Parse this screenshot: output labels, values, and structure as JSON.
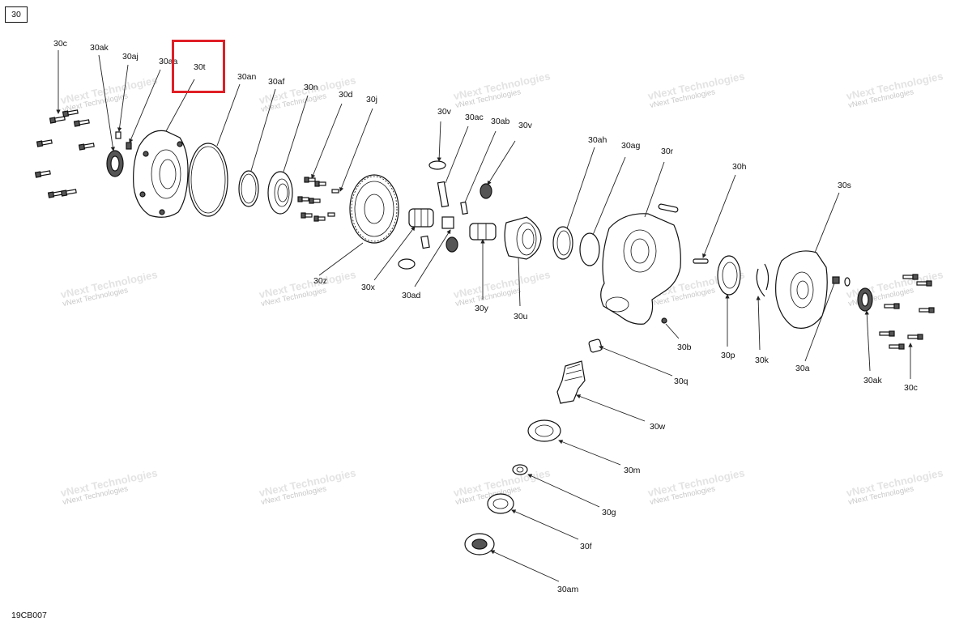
{
  "page_tag": "30",
  "diagram_code": "19CB007",
  "watermark": {
    "line1": "vNext Technologies",
    "line2": "vNext Technologies"
  },
  "highlight_color": "#e01e26",
  "highlighted_label": "30t",
  "labels": {
    "l30c_a": "30c",
    "l30ak_a": "30ak",
    "l30aj": "30aj",
    "l30aa": "30aa",
    "l30t": "30t",
    "l30an": "30an",
    "l30af": "30af",
    "l30n": "30n",
    "l30d": "30d",
    "l30j": "30j",
    "l30v_a": "30v",
    "l30ac": "30ac",
    "l30ab": "30ab",
    "l30v_b": "30v",
    "l30ah": "30ah",
    "l30ag": "30ag",
    "l30r": "30r",
    "l30h": "30h",
    "l30s": "30s",
    "l30z": "30z",
    "l30x": "30x",
    "l30ad": "30ad",
    "l30y": "30y",
    "l30u": "30u",
    "l30b": "30b",
    "l30p": "30p",
    "l30k": "30k",
    "l30a": "30a",
    "l30ak_b": "30ak",
    "l30c_b": "30c",
    "l30q": "30q",
    "l30w": "30w",
    "l30m": "30m",
    "l30g": "30g",
    "l30f": "30f",
    "l30am": "30am"
  }
}
